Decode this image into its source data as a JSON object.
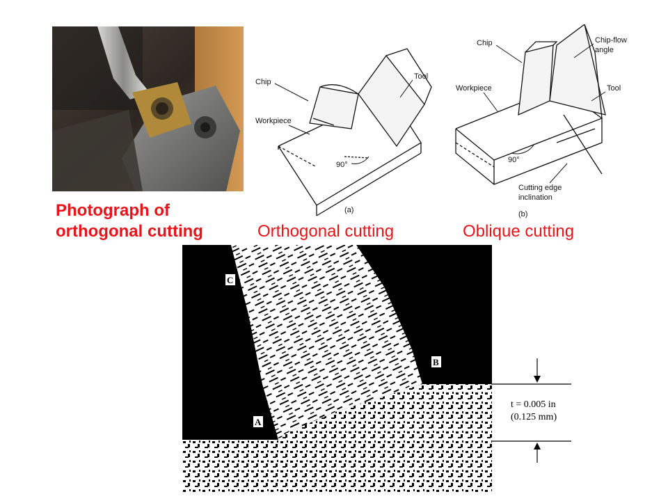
{
  "captions": {
    "photo_line1": "Photograph of",
    "photo_line2": "orthogonal cutting",
    "orthogonal": "Orthogonal cutting",
    "oblique": "Oblique cutting"
  },
  "diagram_a": {
    "chip": "Chip",
    "tool": "Tool",
    "workpiece": "Workpiece",
    "angle": "90°",
    "panel": "(a)"
  },
  "diagram_b": {
    "chip": "Chip",
    "chip_flow_1": "Chip-flow",
    "chip_flow_2": "angle",
    "workpiece": "Workpiece",
    "tool": "Tool",
    "angle": "90°",
    "edge_1": "Cutting edge",
    "edge_2": "inclination",
    "panel": "(b)"
  },
  "micrograph": {
    "label_c": "C",
    "label_b": "B",
    "label_a": "A",
    "thickness_1": "t = 0.005 in",
    "thickness_2": "(0.125 mm)"
  },
  "colors": {
    "caption_red": "#e8141b"
  }
}
